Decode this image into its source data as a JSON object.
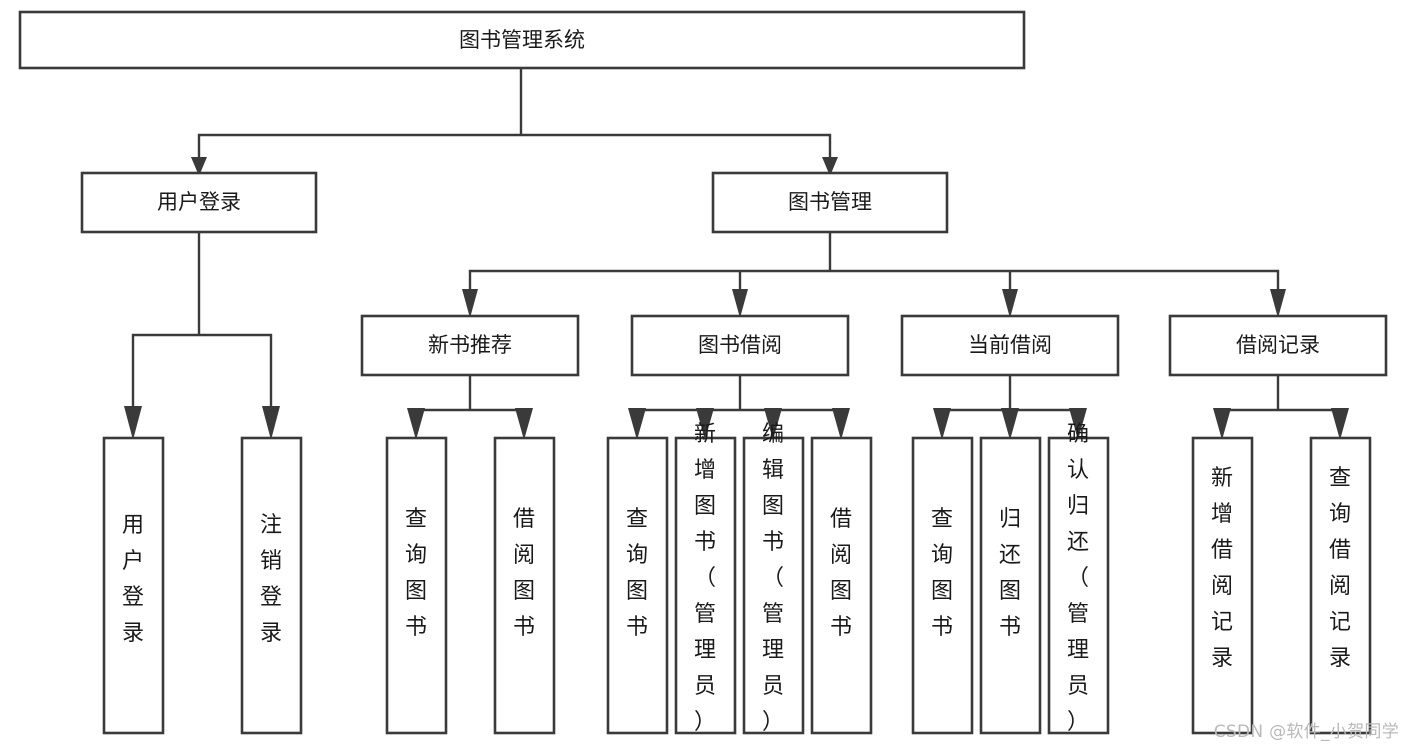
{
  "diagram": {
    "type": "tree",
    "title": "图书管理系统",
    "watermark": "CSDN @软件_小贺同学",
    "colors": {
      "box_stroke": "#3a3a3a",
      "box_fill": "#ffffff",
      "text": "#1a1a1a",
      "background": "#ffffff",
      "watermark": "#b9b9b9"
    },
    "levels": {
      "root": {
        "label": "图书管理系统"
      },
      "level2": [
        {
          "label": "用户登录"
        },
        {
          "label": "图书管理"
        }
      ],
      "level3": [
        {
          "label": "新书推荐",
          "parent": "图书管理"
        },
        {
          "label": "图书借阅",
          "parent": "图书管理"
        },
        {
          "label": "当前借阅",
          "parent": "图书管理"
        },
        {
          "label": "借阅记录",
          "parent": "图书管理"
        }
      ],
      "leaves": [
        {
          "label": "用户登录",
          "parent": "用户登录",
          "orientation": "vertical"
        },
        {
          "label": "注销登录",
          "parent": "用户登录",
          "orientation": "vertical"
        },
        {
          "label": "查询图书",
          "parent": "新书推荐",
          "orientation": "vertical"
        },
        {
          "label": "借阅图书",
          "parent": "新书推荐",
          "orientation": "vertical"
        },
        {
          "label": "查询图书",
          "parent": "图书借阅",
          "orientation": "vertical"
        },
        {
          "label": "新增图书（管理员）",
          "parent": "图书借阅",
          "orientation": "vertical"
        },
        {
          "label": "编辑图书（管理员）",
          "parent": "图书借阅",
          "orientation": "vertical"
        },
        {
          "label": "借阅图书",
          "parent": "图书借阅",
          "orientation": "vertical"
        },
        {
          "label": "查询图书",
          "parent": "当前借阅",
          "orientation": "vertical"
        },
        {
          "label": "归还图书",
          "parent": "当前借阅",
          "orientation": "vertical"
        },
        {
          "label": "确认归还（管理员）",
          "parent": "当前借阅",
          "orientation": "vertical"
        },
        {
          "label": "新增借阅记录",
          "parent": "借阅记录",
          "orientation": "vertical"
        },
        {
          "label": "查询借阅记录",
          "parent": "借阅记录",
          "orientation": "vertical"
        }
      ]
    }
  }
}
